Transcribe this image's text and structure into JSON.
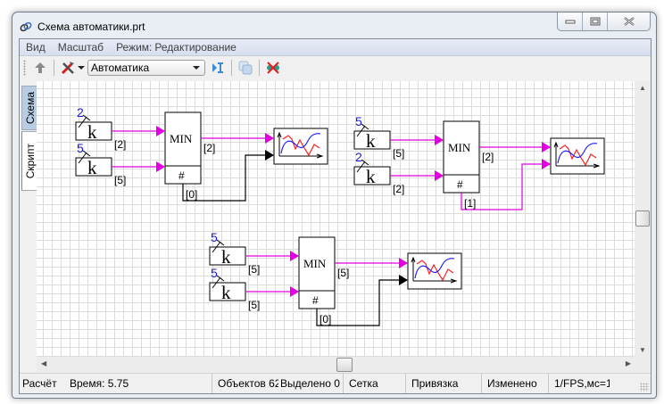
{
  "window": {
    "title": "Схема автоматики.prt",
    "icon": "app-link-icon",
    "controls": [
      "minimize-icon",
      "maximize-icon",
      "close-icon"
    ]
  },
  "menu": {
    "items": [
      {
        "label": "Вид"
      },
      {
        "label": "Масштаб"
      },
      {
        "label": "Режим:"
      },
      {
        "label": "Редактирование"
      }
    ]
  },
  "toolbar": {
    "buttons": [
      "up-arrow-icon",
      "tools-icon",
      "dropdown-arrow-icon",
      "step-icon",
      "layers-icon",
      "delete-link-icon"
    ],
    "combo_value": "Автоматика"
  },
  "side_tabs": [
    {
      "label": "Схема",
      "active": true
    },
    {
      "label": "Скрипт",
      "active": false
    }
  ],
  "colors": {
    "signal_link": "#e000e0",
    "control_link": "#000000",
    "value_text": "#1a1adc",
    "plot_red": "#ff2020",
    "plot_blue": "#2020ff"
  },
  "diagram": {
    "groups": [
      {
        "inputs": [
          {
            "block": "k",
            "value": "2",
            "output": "[2]"
          },
          {
            "block": "k",
            "value": "5",
            "output": "[5]"
          }
        ],
        "min": {
          "label": "MIN",
          "footer": "#",
          "output": "[2]",
          "index": "[0]"
        },
        "plot": "plot-icon",
        "index_link": "control"
      },
      {
        "inputs": [
          {
            "block": "k",
            "value": "5",
            "output": "[5]"
          },
          {
            "block": "k",
            "value": "2",
            "output": "[2]"
          }
        ],
        "min": {
          "label": "MIN",
          "footer": "#",
          "output": "[2]",
          "index": "[1]"
        },
        "plot": "plot-icon",
        "index_link": "signal"
      },
      {
        "inputs": [
          {
            "block": "k",
            "value": "5",
            "output": "[5]"
          },
          {
            "block": "k",
            "value": "5",
            "output": "[5]"
          }
        ],
        "min": {
          "label": "MIN",
          "footer": "#",
          "output": "[5]",
          "index": "[0]"
        },
        "plot": "plot-icon",
        "index_link": "control"
      }
    ]
  },
  "status": {
    "mode": "Расчёт",
    "time": "Время: 5.75",
    "objects": "Объектов 62",
    "selected": "Выделено 0",
    "grid": "Сетка",
    "snap": "Привязка",
    "modified": "Изменено",
    "fps": "1/FPS,мс=1!"
  }
}
